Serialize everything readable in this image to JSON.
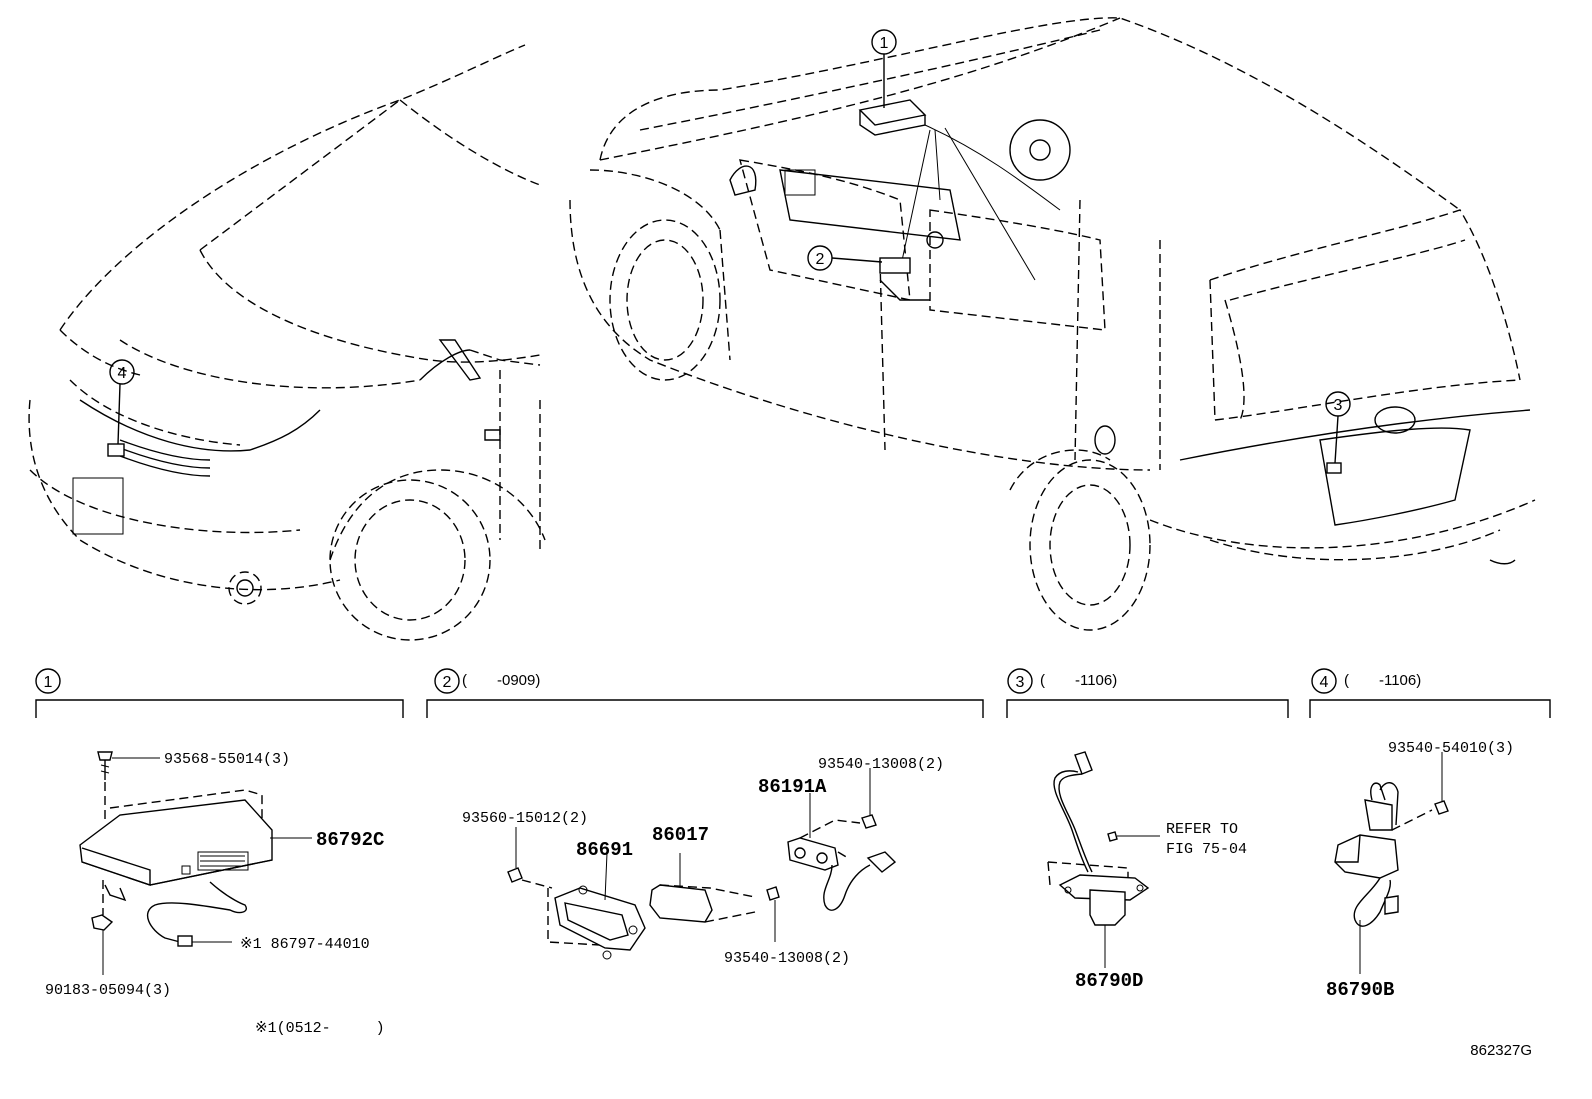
{
  "figure_id": "862327G",
  "callouts": {
    "c1": "1",
    "c2": "2",
    "c3": "3",
    "c4": "4"
  },
  "sections": [
    {
      "num": "1",
      "range": "",
      "parts": {
        "bolt": "93568-55014(3)",
        "module": "86792C",
        "cable": "※1 86797-44010",
        "clip": "90183-05094(3)"
      },
      "footnote": "※1(0512-　　　)"
    },
    {
      "num": "2",
      "range": "(　　-0909)",
      "parts": {
        "screw_left": "93560-15012(2)",
        "bezel": "86691",
        "cover": "86017",
        "camera": "86191A",
        "screw_top": "93540-13008(2)",
        "screw_bottom": "93540-13008(2)"
      }
    },
    {
      "num": "3",
      "range": "(　　-1106)",
      "parts": {
        "refer_line1": "REFER TO",
        "refer_line2": "FIG 75-04",
        "camera": "86790D"
      }
    },
    {
      "num": "4",
      "range": "(　　-1106)",
      "parts": {
        "screw": "93540-54010(3)",
        "camera": "86790B"
      }
    }
  ]
}
